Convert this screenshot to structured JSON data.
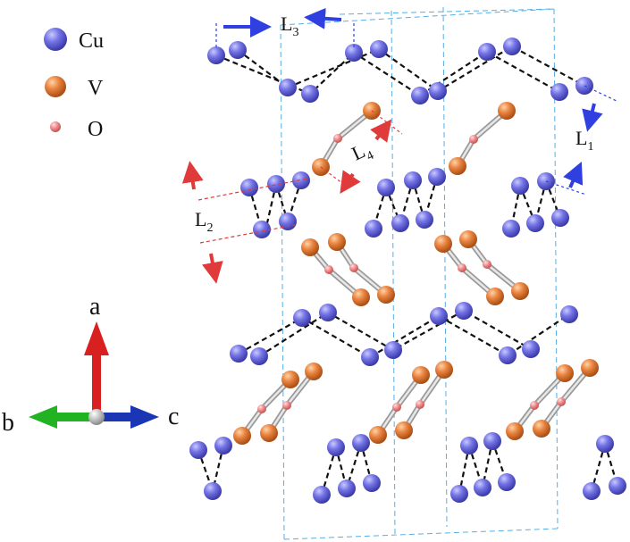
{
  "legend": {
    "items": [
      {
        "symbol": "Cu",
        "color": "#6f6fe0"
      },
      {
        "symbol": "V",
        "color": "#e5803c"
      },
      {
        "symbol": "O",
        "color": "#ee8a8a"
      }
    ]
  },
  "axes": {
    "a": {
      "label": "a",
      "color": "#d92020"
    },
    "b": {
      "label": "b",
      "color": "#22b322"
    },
    "c": {
      "label": "c",
      "color": "#1a36b5"
    }
  },
  "distances": {
    "L1": {
      "main": "L",
      "sub": "1"
    },
    "L2": {
      "main": "L",
      "sub": "2"
    },
    "L3": {
      "main": "L",
      "sub": "3"
    },
    "L4": {
      "main": "L",
      "sub": "4"
    }
  },
  "colors": {
    "cu": "#6f6fe0",
    "v": "#e5803c",
    "o": "#ee8a8a",
    "cell_edge": "#55aee6",
    "blue_arrow": "#2f3fe0",
    "red_arrow": "#e03a3a"
  }
}
